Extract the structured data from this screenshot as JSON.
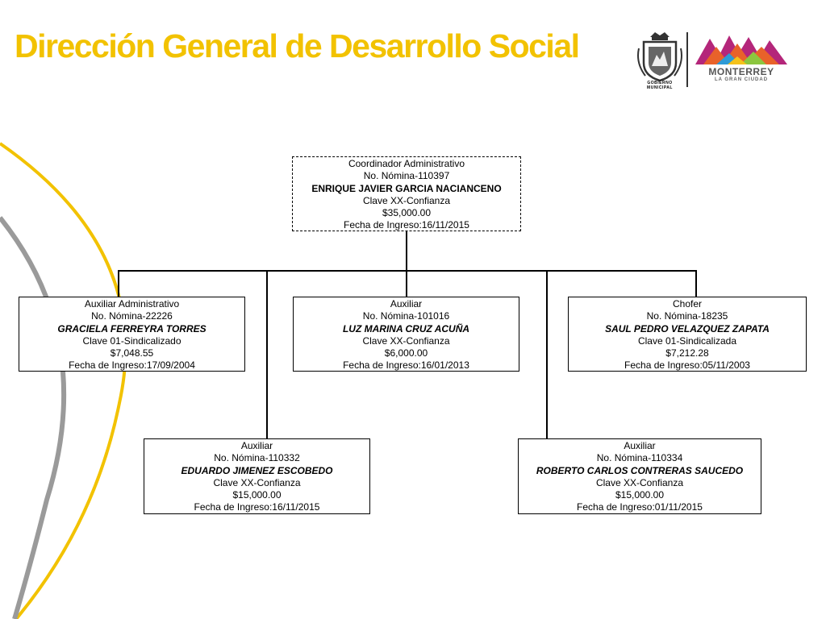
{
  "page": {
    "title": "Dirección General de Desarrollo Social"
  },
  "logos": {
    "seal_caption": "GOBIERNO MUNICIPAL",
    "city_name": "MONTERREY",
    "city_tagline": "LA GRAN CIUDAD"
  },
  "colors": {
    "title": "#f2c200",
    "arc_yellow": "#f2c200",
    "arc_gray": "#9a9a9a"
  },
  "org": {
    "root": {
      "role": "Coordinador Administrativo",
      "nomina": "No. Nómina-110397",
      "name": "ENRIQUE JAVIER GARCIA NACIANCENO",
      "clave": "Clave XX-Confianza",
      "salary": "$35,000.00",
      "ingreso": "Fecha de Ingreso:16/11/2015"
    },
    "nodes": [
      {
        "role": "Auxiliar Administrativo",
        "nomina": "No. Nómina-22226",
        "name": "GRACIELA FERREYRA TORRES",
        "clave": "Clave 01-Sindicalizado",
        "salary": "$7,048.55",
        "ingreso": "Fecha de Ingreso:17/09/2004"
      },
      {
        "role": "Auxiliar",
        "nomina": "No. Nómina-101016",
        "name": "LUZ MARINA CRUZ ACUÑA",
        "clave": "Clave XX-Confianza",
        "salary": "$6,000.00",
        "ingreso": "Fecha de Ingreso:16/01/2013"
      },
      {
        "role": "Chofer",
        "nomina": "No. Nómina-18235",
        "name": "SAUL PEDRO VELAZQUEZ ZAPATA",
        "clave": "Clave 01-Sindicalizada",
        "salary": "$7,212.28",
        "ingreso": "Fecha de Ingreso:05/11/2003"
      },
      {
        "role": "Auxiliar",
        "nomina": "No. Nómina-110332",
        "name": "EDUARDO JIMENEZ ESCOBEDO",
        "clave": "Clave XX-Confianza",
        "salary": "$15,000.00",
        "ingreso": "Fecha de Ingreso:16/11/2015"
      },
      {
        "role": "Auxiliar",
        "nomina": "No. Nómina-110334",
        "name": "ROBERTO CARLOS CONTRERAS SAUCEDO",
        "clave": "Clave XX-Confianza",
        "salary": "$15,000.00",
        "ingreso": "Fecha de Ingreso:01/11/2015"
      }
    ]
  }
}
